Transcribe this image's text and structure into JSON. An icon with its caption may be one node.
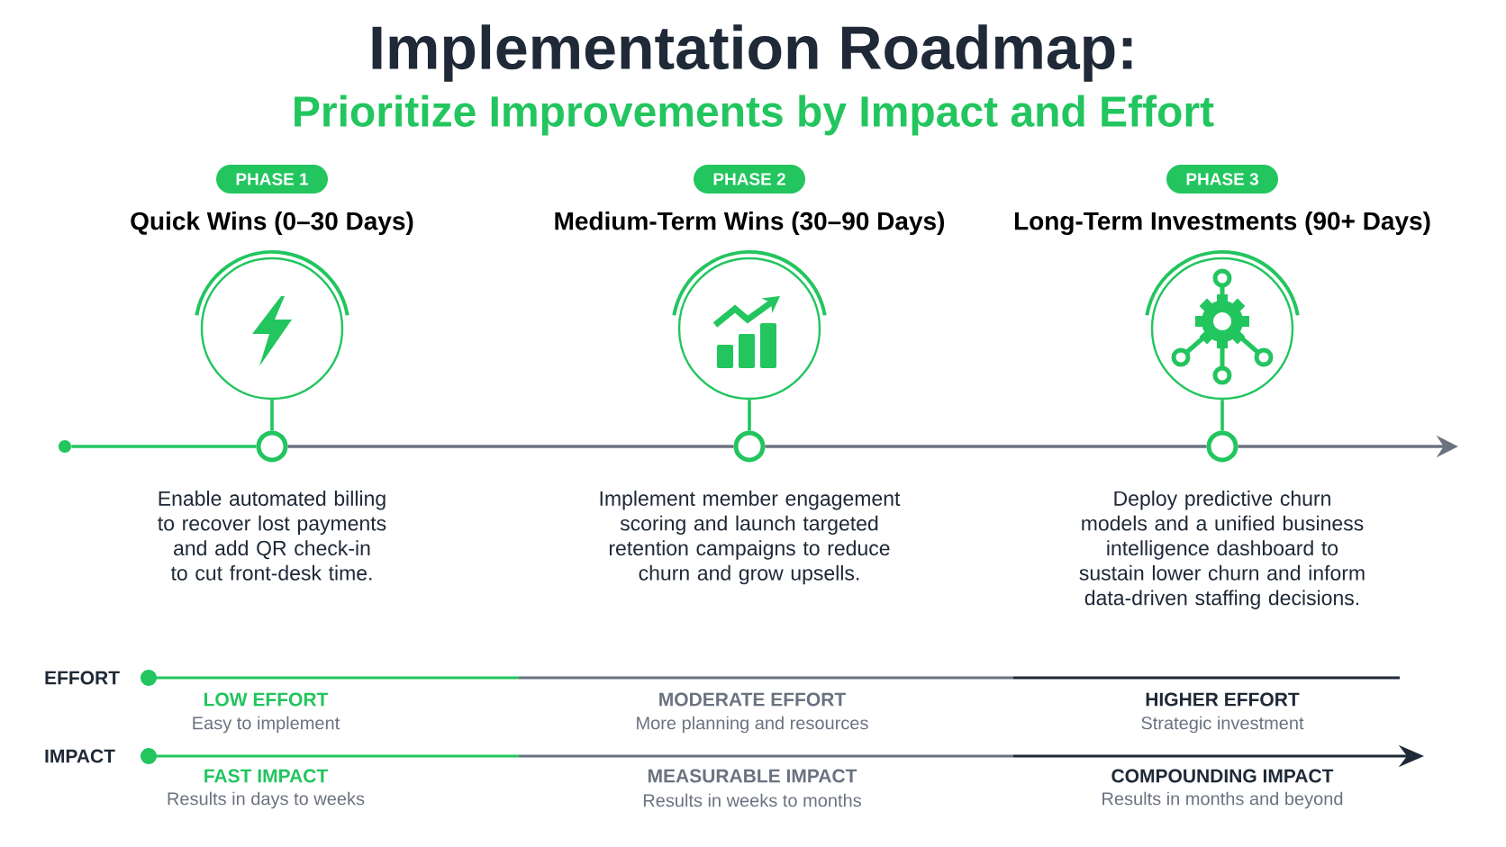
{
  "diagram": {
    "title": "Implementation Roadmap:",
    "nodes": [
      {
        "text": [],
        "shape": "circle"
      },
      {
        "text": [
          "PHASE 1"
        ],
        "beside": [
          "Quick Wins (0–30 Days)"
        ]
      },
      {
        "text": [],
        "shape": "circle"
      },
      {
        "text": [],
        "shape": "circle",
        "beside": [
          "Enable automated billing to recover lost payments and add QR check-in to cut front-desk time."
        ]
      },
      {
        "text": [
          "PHASE 2"
        ],
        "beside": [
          "Medium-Term Wins (30–90 Days)"
        ]
      },
      {
        "text": [],
        "shape": "circle"
      },
      {
        "text": [],
        "shape": "circle",
        "beside": [
          "Implement member engagement scoring and launch targeted retention campaigns to reduce churn and grow upsells."
        ]
      },
      {
        "text": [
          "PHASE 3"
        ],
        "beside": [
          "Long-Term Investments (90+ Days)"
        ]
      },
      {
        "text": [],
        "shape": "circle"
      },
      {
        "text": [],
        "shape": "circle",
        "beside": [
          "Deploy predictive churn models and a unified business intelligence dashboard to sustain lower churn and inform data-driven staffing decisions."
        ]
      }
    ],
    "edges": [
      {
        "from": 2,
        "to": 3,
        "arrow": "none"
      },
      {
        "from": 5,
        "to": 6,
        "arrow": "none"
      },
      {
        "from": 8,
        "to": 9,
        "arrow": "none"
      },
      {
        "from": 0,
        "to": 3,
        "arrow": "none"
      },
      {
        "from": 3,
        "to": 6,
        "arrow": "none",
        "color": "#6b7280"
      },
      {
        "from": 6,
        "to": 9,
        "arrow": "none",
        "color": "#6b7280"
      },
      {
        "from": 9,
        "to": null,
        "arrow": "to",
        "color": "#6b7280"
      }
    ],
    "labels": [
      "Prioritize Improvements by Impact and Effort",
      "EFFORT",
      "LOW EFFORT",
      "MODERATE EFFORT",
      "HIGHER EFFORT",
      "Easy to implement",
      "More planning and resources",
      "Strategic investment",
      "IMPACT",
      "FAST IMPACT",
      "MEASURABLE IMPACT",
      "COMPOUNDING IMPACT",
      "Results in days to weeks",
      "Results in weeks to months",
      "Results in months and beyond"
    ]
  }
}
